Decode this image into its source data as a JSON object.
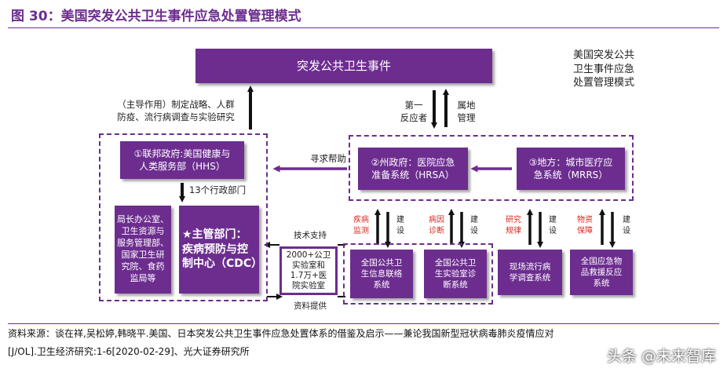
{
  "figure": {
    "title": "图 30：美国突发公共卫生事件应急处置管理模式",
    "main_event": "突发公共卫生事件",
    "side_caption": "美国突发公共\n卫生事件应急\n处置管理模式",
    "left_role_label": "（主导作用）制定战略、人群\n防疫、流行病调查与实验研究",
    "first_responder_label": "第一\n反应者",
    "local_mgmt_label": "属地\n管理",
    "seek_help_label": "寻求帮助",
    "hhs_box": "①联邦政府:美国健康与\n人类服务部（HHS）",
    "departments_label": "13个行政部门",
    "offices_box": "局长办公室、\n卫生资源与\n服务管理部、\n国家卫生研\n究院、食药\n监局等",
    "cdc_box": "★主管部门：\n疾病预防与控\n制中心（CDC）",
    "tech_support_label": "技术支持",
    "labs_box": "2000+公卫\n实验室和\n1.7万+医\n院实验室",
    "data_provision_label": "资料提供",
    "hrsa_box": "②州政府：医院应急\n准备系统（HRSA）",
    "mrrs_box": "③地方：城市医疗应\n急系统（MRRS）",
    "bottom_systems": [
      {
        "red_label": "疾病\n监测",
        "build_label": "建\n设",
        "box": "全国公共卫\n生信息联络\n系统"
      },
      {
        "red_label": "病因\n诊断",
        "build_label": "建\n设",
        "box": "全国公共卫\n生实验室诊\n断系统"
      },
      {
        "red_label": "研究\n规律",
        "build_label": "建\n设",
        "box": "现场流行病\n学调查系统"
      },
      {
        "red_label": "物资\n保障",
        "build_label": "建\n设",
        "box": "全国应急物\n品救援反应\n系统"
      }
    ],
    "source_line1": "资料来源：谈在祥,吴松婷,韩晓平.美国、日本突发公共卫生事件应急处置体系的借鉴及启示——兼论我国新型冠状病毒肺炎疫情应对",
    "source_line2": "[J/OL].卫生经济研究:1-6[2020-02-29]、光大证券研究所",
    "watermark": "头条 @未来智库"
  },
  "colors": {
    "purple": "#6c2d8f",
    "red": "#d6281e",
    "arrow": "#111111"
  }
}
